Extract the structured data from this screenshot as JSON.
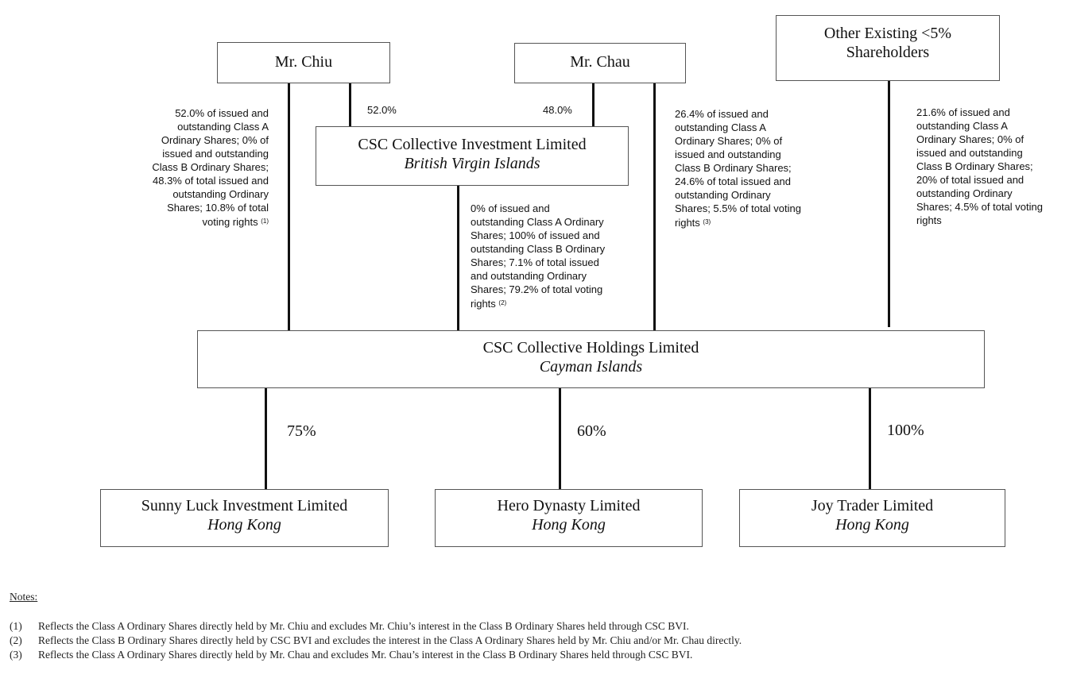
{
  "entities": {
    "chiu": {
      "name": "Mr. Chiu"
    },
    "chau": {
      "name": "Mr. Chau"
    },
    "others": {
      "name_line1": "Other Existing <5%",
      "name_line2": "Shareholders"
    },
    "bvi": {
      "name": "CSC Collective Investment Limited",
      "jurisdiction": "British Virgin Islands"
    },
    "holdings": {
      "name": "CSC Collective Holdings Limited",
      "jurisdiction": "Cayman Islands"
    },
    "sunny": {
      "name": "Sunny Luck Investment Limited",
      "jurisdiction": "Hong Kong"
    },
    "hero": {
      "name": "Hero Dynasty Limited",
      "jurisdiction": "Hong Kong"
    },
    "joy": {
      "name": "Joy Trader Limited",
      "jurisdiction": "Hong Kong"
    }
  },
  "edges": {
    "chiu_bvi": "52.0%",
    "chau_bvi": "48.0%",
    "holdings_sunny": "75%",
    "holdings_hero": "60%",
    "holdings_joy": "100%"
  },
  "ownership_notes": {
    "chiu": [
      "52.0% of issued and",
      "outstanding Class A",
      "Ordinary Shares; 0% of",
      "issued and outstanding",
      "Class B Ordinary Shares;",
      "48.3% of total issued and",
      "outstanding Ordinary",
      "Shares; 10.8% of total",
      "voting rights"
    ],
    "chiu_ref": "(1)",
    "bvi": [
      "0% of issued and",
      "outstanding Class A Ordinary",
      "Shares; 100% of issued and",
      "outstanding Class B Ordinary",
      "Shares; 7.1% of total issued",
      "and outstanding Ordinary",
      "Shares; 79.2% of total voting",
      "rights"
    ],
    "bvi_ref": "(2)",
    "chau": [
      "26.4% of issued and",
      "outstanding Class A",
      "Ordinary Shares; 0% of",
      "issued and outstanding",
      "Class B Ordinary Shares;",
      "24.6% of total issued and",
      "outstanding Ordinary",
      "Shares; 5.5% of total voting",
      "rights"
    ],
    "chau_ref": "(3)",
    "others": [
      "21.6% of issued and",
      "outstanding Class A",
      "Ordinary Shares; 0% of",
      "issued and outstanding",
      "Class B Ordinary Shares;",
      "20% of total issued and",
      "outstanding Ordinary",
      "Shares; 4.5% of total voting",
      "rights"
    ]
  },
  "footnotes": {
    "header": "Notes:",
    "items": [
      {
        "num": "(1)",
        "text": "Reflects the Class A Ordinary Shares directly held by Mr. Chiu and excludes Mr. Chiu’s interest in the Class B Ordinary Shares held through CSC BVI."
      },
      {
        "num": "(2)",
        "text": "Reflects the Class B Ordinary Shares directly held by CSC BVI and excludes the interest in the Class A Ordinary Shares held by Mr. Chiu and/or Mr. Chau directly."
      },
      {
        "num": "(3)",
        "text": "Reflects the Class A Ordinary Shares directly held by Mr. Chau and excludes Mr. Chau’s interest in the Class B Ordinary Shares held through CSC BVI."
      }
    ]
  }
}
